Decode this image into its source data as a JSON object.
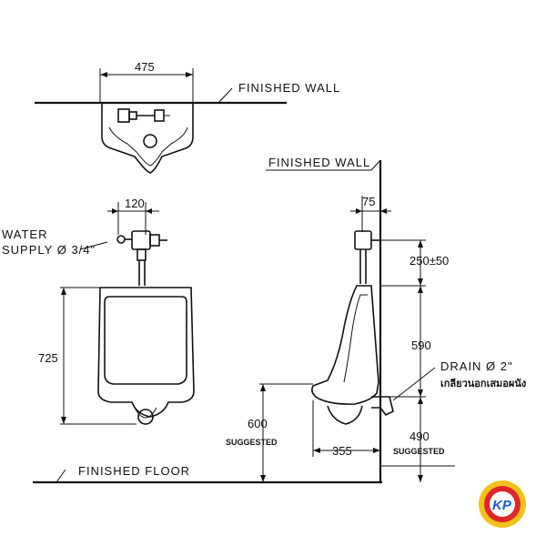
{
  "labels": {
    "finished_wall_top": "FINISHED WALL",
    "finished_wall_side": "FINISHED WALL",
    "finished_floor": "FINISHED FLOOR",
    "water_supply_1": "WATER",
    "water_supply_2": "SUPPLY Ø 3/4\"",
    "drain": "DRAIN Ø 2\"",
    "drain_thai": "เกลียวนอกเสมอผนัง",
    "suggested_left": "SUGGESTED",
    "suggested_right": "SUGGESTED"
  },
  "dimensions": {
    "top_width": "475",
    "front_valve": "120",
    "front_height": "725",
    "side_offset": "75",
    "supply_height": "250±50",
    "body_height": "590",
    "rim_height": "600",
    "depth": "355",
    "drain_height": "490"
  },
  "logo": {
    "text": "KP",
    "colors": {
      "ring": "#f2c21a",
      "inner": "#e0262a",
      "text": "#1a5fd0"
    }
  }
}
